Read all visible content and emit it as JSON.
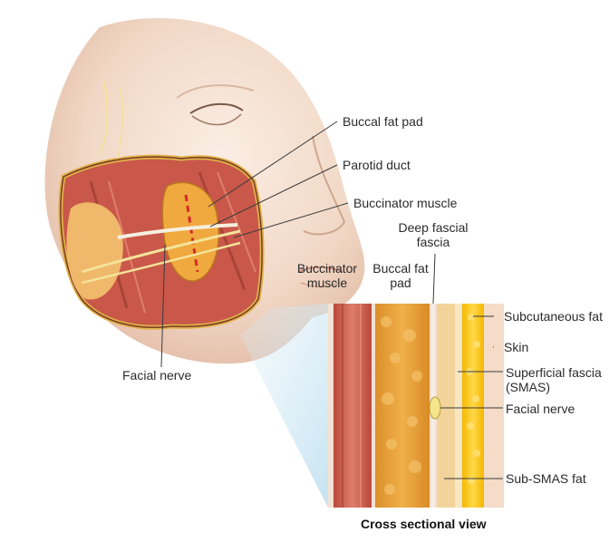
{
  "labels": {
    "buccal_fat_pad": "Buccal fat pad",
    "parotid_duct": "Parotid duct",
    "buccinator_muscle": "Buccinator muscle",
    "facial_nerve": "Facial nerve",
    "deep_fascial_fascia": "Deep fascial fascia",
    "xs_buccinator_muscle": "Buccinator muscle",
    "xs_buccal_fat_pad": "Buccal fat pad",
    "subcutaneous_fat": "Subcutaneous fat",
    "skin": "Skin",
    "superficial_fascia": "Superficial fascia (SMAS)",
    "xs_facial_nerve": "Facial nerve",
    "sub_smas_fat": "Sub-SMAS fat"
  },
  "caption": "Cross sectional view",
  "colors": {
    "skin": "#f2d6c3",
    "muscle": "#c9584a",
    "fat": "#e9a43a",
    "yellow_fat": "#f5c200",
    "nerve": "#f3e39a",
    "leader": "#3a3a3a",
    "zoom_cone": "#cfe7f3"
  }
}
